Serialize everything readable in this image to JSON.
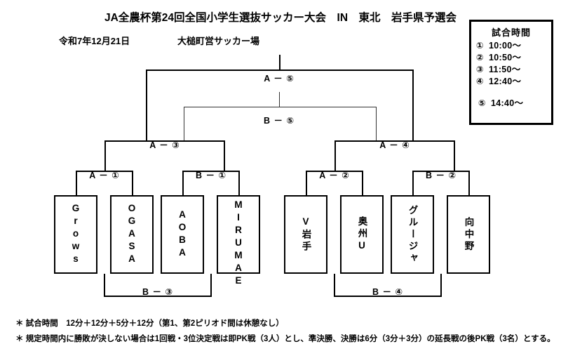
{
  "header": {
    "title": "JA全農杯第24回全国小学生選抜サッカー大会　IN　東北　岩手県予選会",
    "date": "令和7年12月21日",
    "venue": "大槌町営サッカー場"
  },
  "legend": {
    "title": "試合時間",
    "rows": [
      {
        "num": "①",
        "time": "10:00～"
      },
      {
        "num": "②",
        "time": "10:50～"
      },
      {
        "num": "③",
        "time": "11:50～"
      },
      {
        "num": "④",
        "time": "12:40～"
      },
      {
        "num": "⑤",
        "time": "14:40～"
      }
    ]
  },
  "bracket": {
    "matches": {
      "final": "A － ⑤",
      "third_place": "B － ⑤",
      "semi_left": "A － ③",
      "semi_right": "A － ④",
      "r1_m1": "A － ①",
      "r1_m2": "B － ①",
      "r1_m3": "A － ②",
      "r1_m4": "B － ②",
      "consolation_left": "B － ③",
      "consolation_right": "B － ④"
    },
    "teams": [
      {
        "name": "Grows",
        "script": "latin"
      },
      {
        "name": "OGASA",
        "script": "latin"
      },
      {
        "name": "AOBA",
        "script": "latin"
      },
      {
        "name": "MIRUMAE",
        "script": "latin"
      },
      {
        "name": "V岩手",
        "script": "mixed"
      },
      {
        "name": "奥州U",
        "script": "mixed"
      },
      {
        "name": "グルージャ",
        "script": "jp"
      },
      {
        "name": "向中野",
        "script": "jp"
      }
    ]
  },
  "footnotes": {
    "line1": "＊ 試合時間　12分＋12分＋5分＋12分（第1、第2ピリオド間は休憩なし）",
    "line2": "＊ 規定時間内に勝敗が決しない場合は1回戦・3位決定戦は即PK戦（3人）とし、準決勝、決勝は6分（3分＋3分）の延長戦の後PK戦（3名）とする。"
  }
}
